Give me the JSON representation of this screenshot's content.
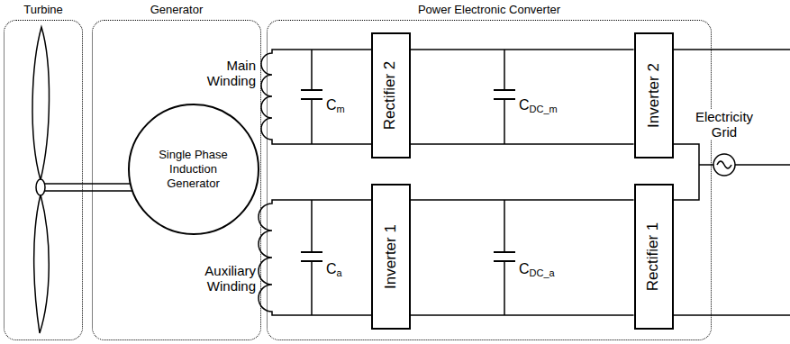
{
  "diagram": {
    "nodes": [
      {
        "text": [
          "Turbine"
        ]
      },
      {
        "text": [
          "Generator"
        ]
      },
      {
        "text": [
          "Power Electronic Converter"
        ]
      },
      {
        "text": [
          "Single Phase Induction Generator"
        ],
        "in": 1
      },
      {
        "text": [
          "Rectifier 2"
        ],
        "in": 2
      },
      {
        "text": [
          "Inverter 2"
        ],
        "in": 2
      },
      {
        "text": [
          "Inverter 1"
        ],
        "in": 2
      },
      {
        "text": [
          "Rectifier 1"
        ],
        "in": 2
      }
    ],
    "edges": [
      {
        "from": 4,
        "to": 5,
        "arrow": "none"
      },
      {
        "from": 4,
        "to": 5,
        "arrow": "none"
      },
      {
        "from": 6,
        "to": 7,
        "arrow": "none"
      },
      {
        "from": 6,
        "to": 7,
        "arrow": "none"
      }
    ],
    "labels": [
      "Main Winding",
      "Auxiliary Winding",
      "Cm",
      "CDC_m",
      "Ca",
      "CDC_a",
      "Electricity Grid"
    ]
  }
}
